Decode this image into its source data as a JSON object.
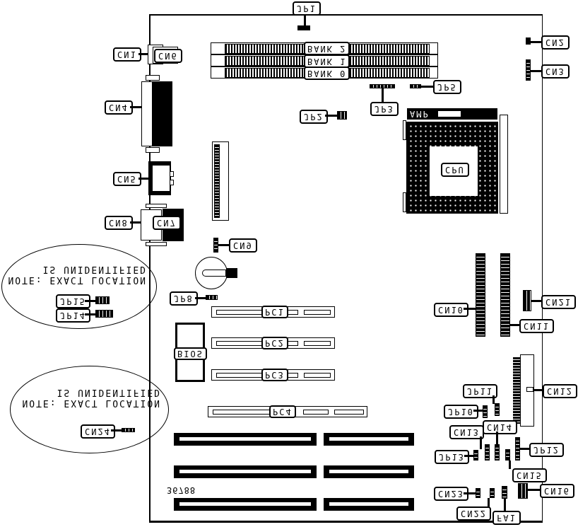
{
  "diagram": {
    "type": "motherboard-layout",
    "orientation_note": "all text rendered vertically mirrored",
    "part_number": "36788",
    "memory_banks": [
      {
        "id": "bank2",
        "label": "BANK 2"
      },
      {
        "id": "bank1",
        "label": "BANK 1"
      },
      {
        "id": "bank0",
        "label": "BANK 0"
      }
    ],
    "cpu": {
      "label": "CPU",
      "socket_brand": "AMP"
    },
    "bios_label": "BIOS",
    "pci_slots": [
      "PC1",
      "PC2",
      "PC3",
      "PC4"
    ],
    "isa_slot_rows": 3,
    "connectors": {
      "cn1": "CN1",
      "cn2": "CN2",
      "cn3": "CN3",
      "cn4": "CN4",
      "cn5": "CN5",
      "cn6": "CN6",
      "cn7": "CN7",
      "cn8": "CN8",
      "cn9": "CN9",
      "cn10": "CN10",
      "cn11": "CN11",
      "cn12": "CN12",
      "cn13": "CN13",
      "cn14": "CN14",
      "cn15": "CN15",
      "cn16": "CN16",
      "cn21": "CN21",
      "cn22": "CN22",
      "cn23": "CN23",
      "cn24": "CN24",
      "fa1": "FA1"
    },
    "jumpers": {
      "jp1": "JP1",
      "jp2": "JP2",
      "jp3": "JP3",
      "jp5": "JP5",
      "jp8": "JP8",
      "jp10": "JP10",
      "jp11": "JP11",
      "jp12": "JP12",
      "jp13": "JP13",
      "jp14": "JP14",
      "jp15": "JP15"
    },
    "notes": [
      {
        "line1": "NOTE:  EXACT LOCATION",
        "line2": "IS UNIDENTIFIED"
      },
      {
        "line1": "NOTE:  EXACT LOCATION",
        "line2": "IS UNIDENTIFIED"
      }
    ]
  }
}
